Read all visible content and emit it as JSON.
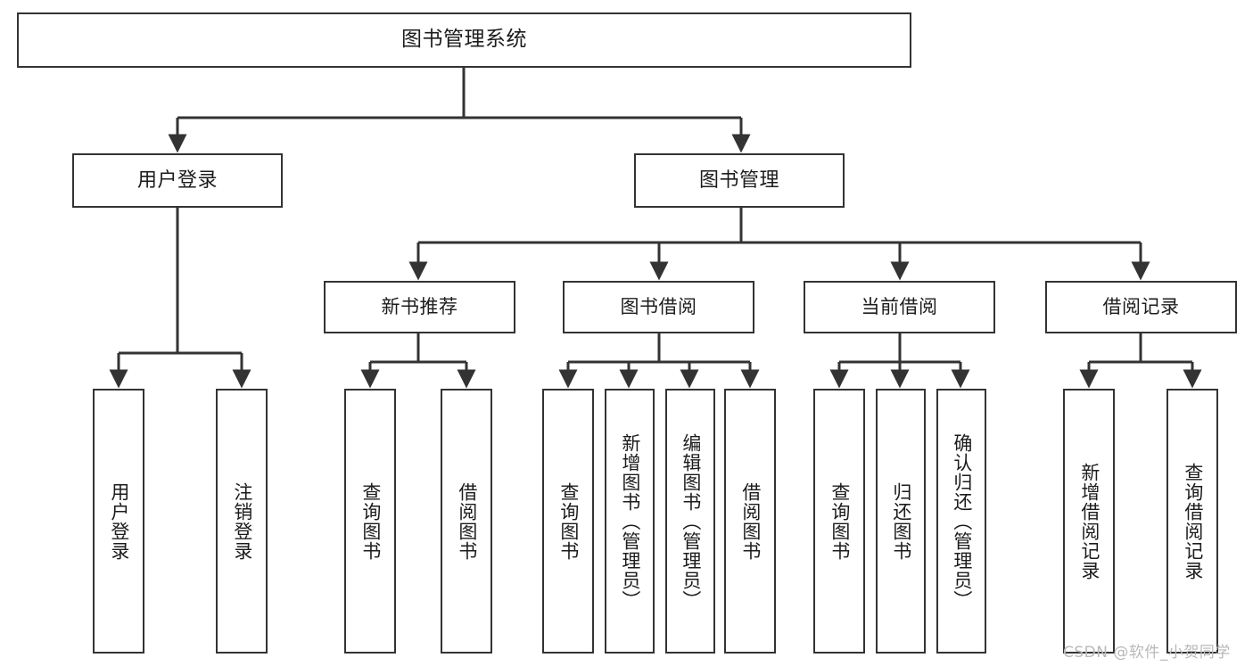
{
  "diagram": {
    "title": "图书管理系统",
    "watermark": "CSDN @软件_小贺同学",
    "colors": {
      "box_border": "#333333",
      "box_fill": "#ffffff",
      "connector": "#333333",
      "text": "#1c1c1c",
      "watermark": "#b9b9b9",
      "background": "#ffffff"
    },
    "root": {
      "label": "图书管理系统"
    },
    "level2": [
      {
        "label": "用户登录"
      },
      {
        "label": "图书管理"
      }
    ],
    "level3": [
      {
        "label": "新书推荐"
      },
      {
        "label": "图书借阅"
      },
      {
        "label": "当前借阅"
      },
      {
        "label": "借阅记录"
      }
    ],
    "leaves": {
      "user_login": [
        {
          "label": "用户登录"
        },
        {
          "label": "注销登录"
        }
      ],
      "new_book_recommend": [
        {
          "label": "查询图书"
        },
        {
          "label": "借阅图书"
        }
      ],
      "book_borrow": [
        {
          "label": "查询图书"
        },
        {
          "label": "新增图书（管理员）"
        },
        {
          "label": "编辑图书（管理员）"
        },
        {
          "label": "借阅图书"
        }
      ],
      "current_borrow": [
        {
          "label": "查询图书"
        },
        {
          "label": "归还图书"
        },
        {
          "label": "确认归还（管理员）"
        }
      ],
      "borrow_record": [
        {
          "label": "新增借阅记录"
        },
        {
          "label": "查询借阅记录"
        }
      ]
    }
  }
}
